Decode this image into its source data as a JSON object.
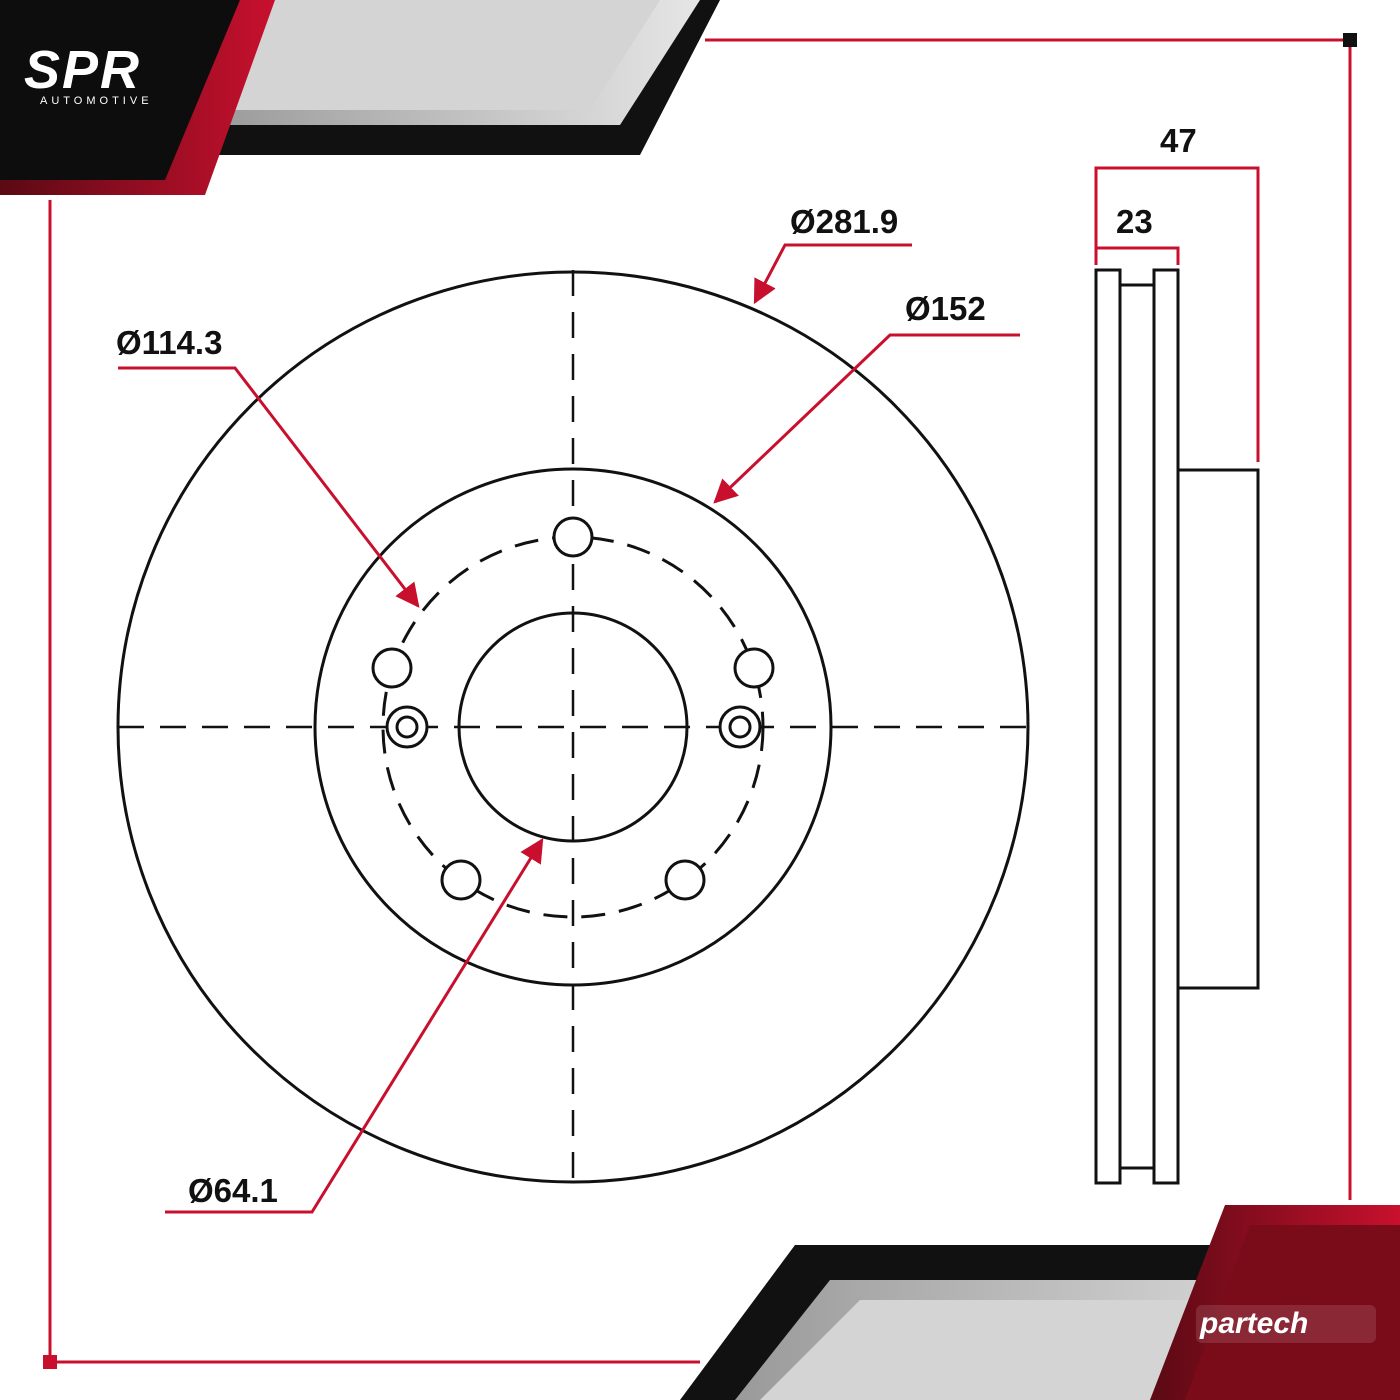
{
  "brand": {
    "logo_main": "SPR",
    "logo_sub": "AUTOMOTIVE",
    "partner_a": "par",
    "partner_b": "tech"
  },
  "colors": {
    "accent_red": "#c8102e",
    "dark": "#111111",
    "gray": "#cfcfcf",
    "line": "#111111"
  },
  "dimensions": {
    "outer_diameter": "Ø281.9",
    "friction_ring_inner": "Ø152",
    "bolt_circle": "Ø114.3",
    "center_bore": "Ø64.1",
    "overall_height": "47",
    "rotor_thickness": "23"
  }
}
